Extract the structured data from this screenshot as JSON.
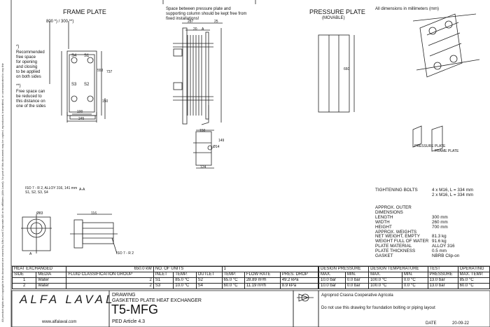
{
  "side_notice": "All product rights and copyright in this document are owned by Alfa Laval Corporate AB or its affiliates (Alfa Laval). No part of this document may be copied, reproduced, transmitted, or communicated to any third party without the prior written consent of Alfa Laval. The document contains confidential information; any use not authorised by Alfa Laval is prohibited. Any reproduction is subject to the limitation in the text of this document.",
  "views": {
    "frame_plate": "FRAME PLATE",
    "column_note": "Space between pressure plate and supporting column should be kept free from fixed installations!",
    "pressure_plate": "PRESSURE PLATE",
    "movable": "(MOVABLE)",
    "dimensions_note": "All dimensions in millimeters (mm)",
    "iso_pressure_label": "PRESSURE PLATE",
    "iso_frame_label": "FRAME PLATE"
  },
  "frame_notes": {
    "note1_marker": "*)",
    "note1": [
      "Recommended",
      "free space",
      "for opening",
      "and closing",
      "to be applied",
      "on both sides"
    ],
    "note2_marker": "**)",
    "note2": [
      "Free space can",
      "be reduced to",
      "this distance on",
      "one of the sides"
    ],
    "free_space_dim": "800 *) / 300 **)"
  },
  "dims": {
    "d287": "287",
    "d25": "25",
    "d20": "20",
    "dA": "A",
    "d553": "553",
    "d737": "737",
    "d150": "150",
    "d100": "100",
    "d245": "245",
    "d660": "660",
    "d150b": "150",
    "d214": "Ø14",
    "d124": "124",
    "d149": "149",
    "d83": "Ø83",
    "d116": "116",
    "dA2": "A"
  },
  "ports": {
    "s4": "S4",
    "s1": "S1",
    "s3": "S3",
    "s2": "S2"
  },
  "iso_note": [
    "ISO 7 - R 2, ALLOY 316, 141 mm",
    "S1, S2, S3, S4"
  ],
  "section_label": "A-A",
  "iso_callout": "ISO 7 - R 2",
  "tightening": {
    "label": "TIGHTENING BOLTS",
    "values": [
      "4 x M16, L = 334 mm",
      "2 x M16, L = 334 mm"
    ]
  },
  "specs": [
    {
      "k": "APPROX. OUTER DIMENSIONS",
      "v": ""
    },
    {
      "k": "LENGTH",
      "v": "300 mm"
    },
    {
      "k": "WIDTH",
      "v": "260 mm"
    },
    {
      "k": "HEIGHT",
      "v": "700 mm"
    },
    {
      "k": "APPROX. WEIGHTS",
      "v": ""
    },
    {
      "k": "NET WEIGHT, EMPTY",
      "v": "81.3 kg"
    },
    {
      "k": "WEIGHT FULL OF WATER",
      "v": "91.6 kg"
    },
    {
      "k": "PLATE MATERIAL",
      "v": "ALLOY 316"
    },
    {
      "k": "PLATE THICKNESS",
      "v": "0.5 mm"
    },
    {
      "k": "GASKET",
      "v": "NBRB Clip-on"
    }
  ],
  "heat_row": {
    "label": "HEAT EXCHANGED",
    "value": "650.0 kW",
    "units_label": "NO. OF UNITS",
    "units": "1"
  },
  "headers": [
    "SIDE",
    "MEDIA",
    "FLUID CLASSIFICATION GROUP",
    "INLET",
    "TEMP.",
    "OUTLET",
    "TEMP.",
    "FLOW RATE",
    "PRES. DROP"
  ],
  "rows": [
    [
      "1",
      "Water",
      "2",
      "S1",
      "85.0 °C",
      "S2",
      "65.0 °C",
      "28.89 m³/h",
      "49.2 kPa"
    ],
    [
      "2",
      "Water",
      "2",
      "S3",
      "10.0 °C",
      "S4",
      "60.0 °C",
      "11.19 m³/h",
      "8.9 kPa"
    ]
  ],
  "design": {
    "pressure_label": "DESIGN PRESSURE",
    "temp_label": "DESIGN TEMPERATURE",
    "test_label": "TEST",
    "operating_label": "OPERATING",
    "sub": [
      "MAX.",
      "MIN.",
      "MAX.",
      "MIN.",
      "PRESSURE",
      "MAX. TEMP."
    ],
    "rows": [
      [
        "10.0 bar",
        "0.0 bar",
        "100.0 °C",
        "0.0 °C",
        "13.0 bar",
        "85.0 °C"
      ],
      [
        "10.0 bar",
        "0.0 bar",
        "100.0 °C",
        "0.0 °C",
        "13.0 bar",
        "60.0 °C"
      ]
    ]
  },
  "title_block": {
    "logo": "ALFA LAVAL",
    "website": "www.alfalaval.com",
    "drawing": "DRAWING",
    "desc": "GASKETED PLATE HEAT EXCHANGER",
    "model": "T5-MFG",
    "ped": "PED Article 4.3",
    "customer": "Agroprod Crasna Cooperative Agricola",
    "notice": "Do not use this drawing for foundation bolting or piping layout",
    "date_label": "DATE",
    "date": "20-09-22"
  }
}
